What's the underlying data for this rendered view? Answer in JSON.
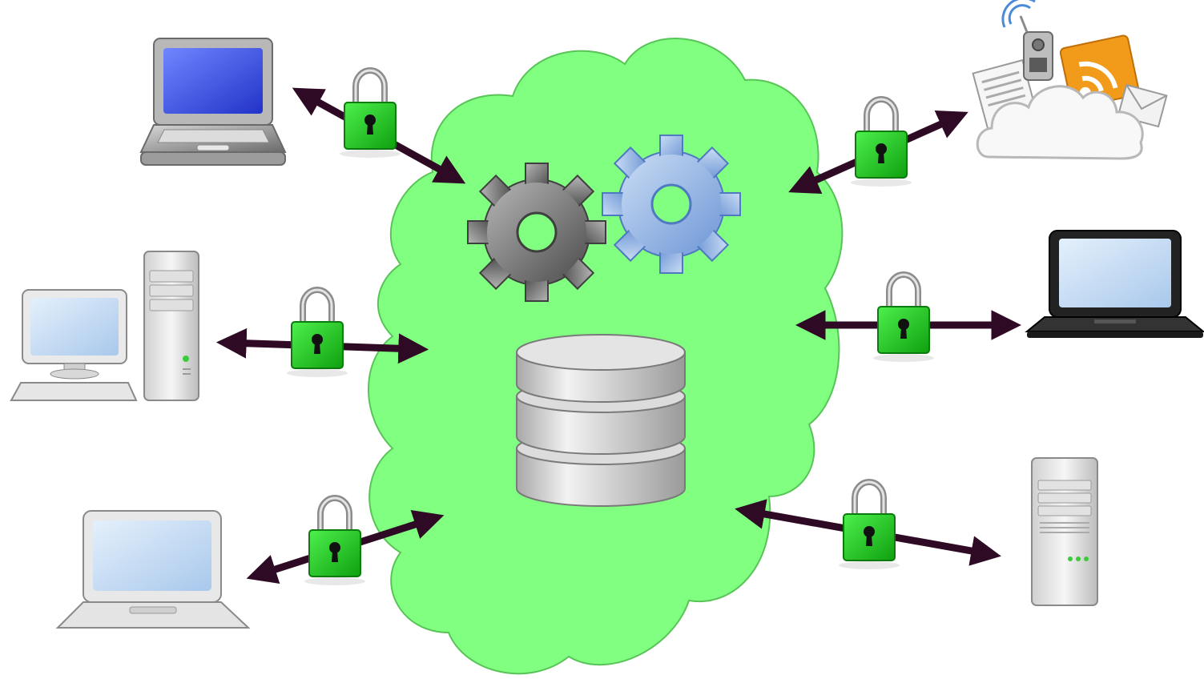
{
  "diagram": {
    "central_node": {
      "shape": "cloud",
      "fill": "#80ff80",
      "stroke": "#58c458",
      "contents": [
        "gears-icon",
        "database-icon"
      ]
    },
    "peripheral_nodes": [
      {
        "name": "blue-screen-laptop",
        "icon": "laptop-icon",
        "side": "left"
      },
      {
        "name": "desktop-computer",
        "icon": "desktop-computer-icon",
        "side": "left"
      },
      {
        "name": "silver-laptop",
        "icon": "laptop-icon",
        "side": "left"
      },
      {
        "name": "cloud-services",
        "icon": "cloud-services-icon",
        "side": "right"
      },
      {
        "name": "black-laptop",
        "icon": "laptop-icon",
        "side": "right"
      },
      {
        "name": "tower-server",
        "icon": "server-icon",
        "side": "right"
      }
    ],
    "connections": [
      {
        "from": "blue-screen-laptop",
        "to": "cloud",
        "direction": "bidirectional",
        "secured": true
      },
      {
        "from": "desktop-computer",
        "to": "cloud",
        "direction": "bidirectional",
        "secured": true
      },
      {
        "from": "silver-laptop",
        "to": "cloud",
        "direction": "bidirectional",
        "secured": true
      },
      {
        "from": "cloud-services",
        "to": "cloud",
        "direction": "bidirectional",
        "secured": true
      },
      {
        "from": "black-laptop",
        "to": "cloud",
        "direction": "bidirectional",
        "secured": true
      },
      {
        "from": "tower-server",
        "to": "cloud",
        "direction": "bidirectional",
        "secured": true
      }
    ],
    "colors": {
      "arrow": "#2e0a24",
      "lock_body": "#22d322",
      "lock_shackle": "#9a9a9a",
      "gear_gray": "#7c7c7c",
      "gear_blue": "#8fb2e0",
      "database": "#c4c4c4",
      "laptop_screen_blue": "#3b55e6",
      "laptop_screen_light": "#b9d6f2"
    }
  }
}
